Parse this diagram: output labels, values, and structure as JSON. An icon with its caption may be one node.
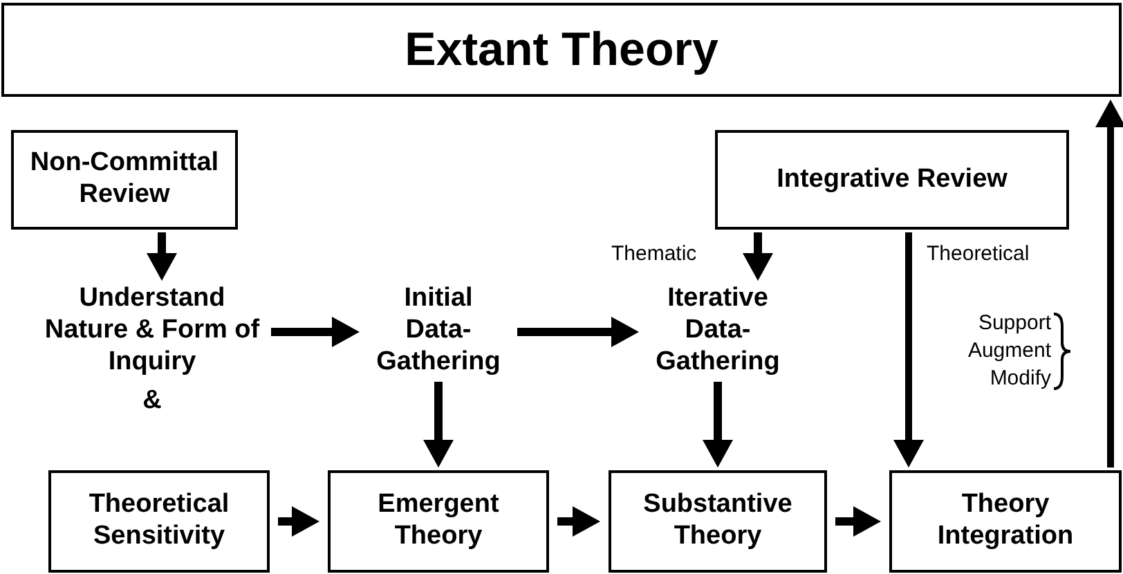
{
  "diagram": {
    "nodes": [
      {
        "text": [
          "Extant Theory"
        ]
      },
      {
        "text": [
          "Non-Committal Review"
        ]
      },
      {
        "text": [
          "Integrative Review"
        ]
      },
      {
        "text": [
          "Understand Nature & Form of Inquiry"
        ]
      },
      {
        "text": [
          "Initial Data-Gathering"
        ]
      },
      {
        "text": [
          "Iterative Data-Gathering"
        ]
      },
      {
        "text": [
          "Theoretical Sensitivity"
        ]
      },
      {
        "text": [
          "Emergent Theory"
        ]
      },
      {
        "text": [
          "Substantive Theory"
        ]
      },
      {
        "text": [
          "Theory Integration"
        ]
      }
    ],
    "edges": [
      {
        "from": 1,
        "to": 3,
        "arrow": "to"
      },
      {
        "from": 3,
        "to": 4,
        "arrow": "to"
      },
      {
        "from": 4,
        "to": 5,
        "arrow": "to"
      },
      {
        "from": 2,
        "to": 5,
        "arrow": "to",
        "label": "Thematic"
      },
      {
        "from": 2,
        "to": 9,
        "arrow": "to",
        "label": "Theoretical"
      },
      {
        "from": 4,
        "to": 7,
        "arrow": "to"
      },
      {
        "from": 5,
        "to": 8,
        "arrow": "to"
      },
      {
        "from": 6,
        "to": 7,
        "arrow": "to"
      },
      {
        "from": 7,
        "to": 8,
        "arrow": "to"
      },
      {
        "from": 8,
        "to": 9,
        "arrow": "to"
      },
      {
        "from": 9,
        "to": 0,
        "arrow": "to"
      }
    ],
    "labels": [
      "&",
      "Support",
      "Augment",
      "Modify"
    ]
  }
}
